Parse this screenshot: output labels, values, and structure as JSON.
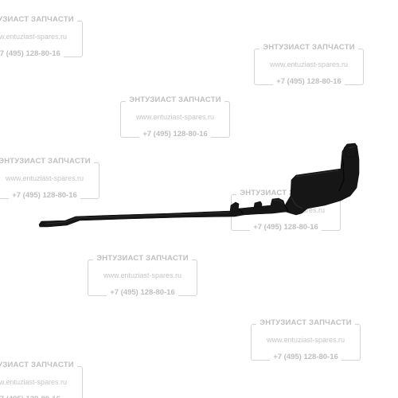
{
  "watermark": {
    "brand": "ЭНТУЗИАСТ ЗАПЧАСТИ",
    "site": "www.entuziast-spares.ru",
    "phone": "+7 (495) 128-80-16"
  },
  "product": {
    "icon": "black-plastic-bracket-part",
    "color": "#161616"
  }
}
